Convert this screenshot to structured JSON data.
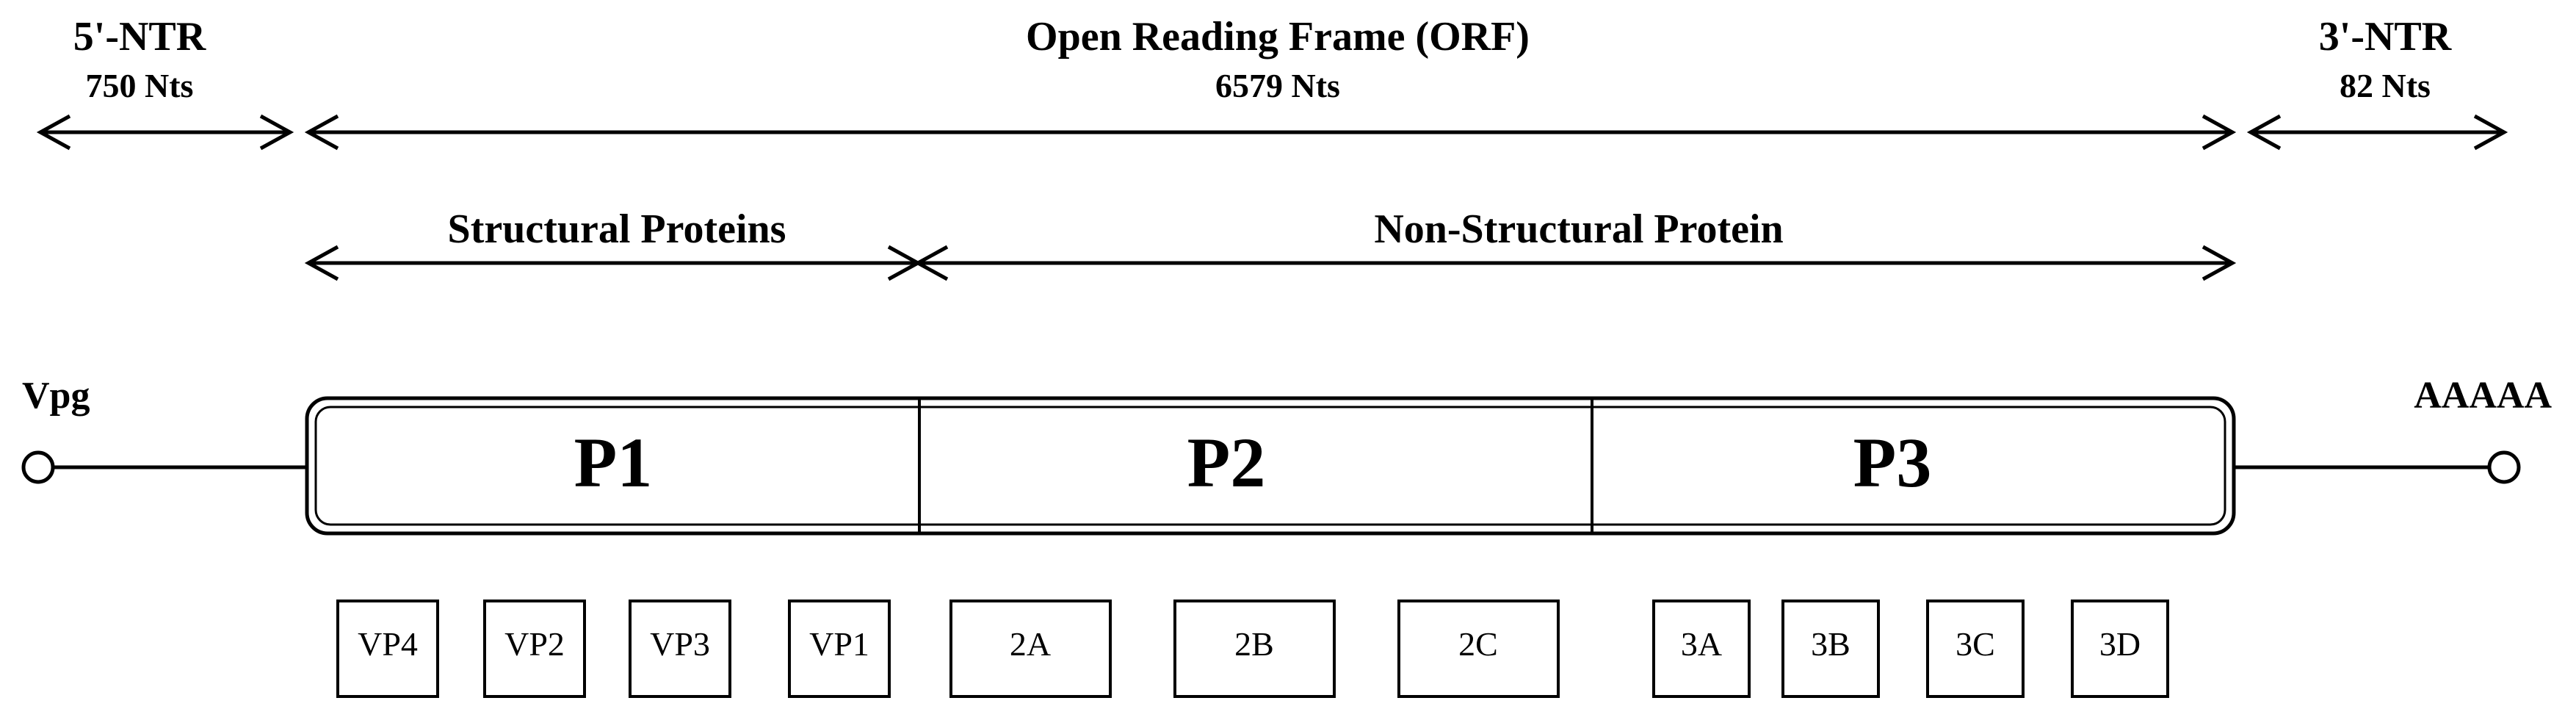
{
  "regions": {
    "ntr5": {
      "title": "5'-NTR",
      "length": "750 Nts"
    },
    "orf": {
      "title": "Open Reading Frame (ORF)",
      "length": "6579 Nts"
    },
    "ntr3": {
      "title": "3'-NTR",
      "length": "82 Nts"
    }
  },
  "protein_groups": {
    "structural": "Structural Proteins",
    "non_structural": "Non-Structural Protein"
  },
  "ends": {
    "left": "Vpg",
    "right": "AAAAA"
  },
  "polyprotein": [
    "P1",
    "P2",
    "P3"
  ],
  "mature_proteins": [
    "VP4",
    "VP2",
    "VP3",
    "VP1",
    "2A",
    "2B",
    "2C",
    "3A",
    "3B",
    "3C",
    "3D"
  ]
}
